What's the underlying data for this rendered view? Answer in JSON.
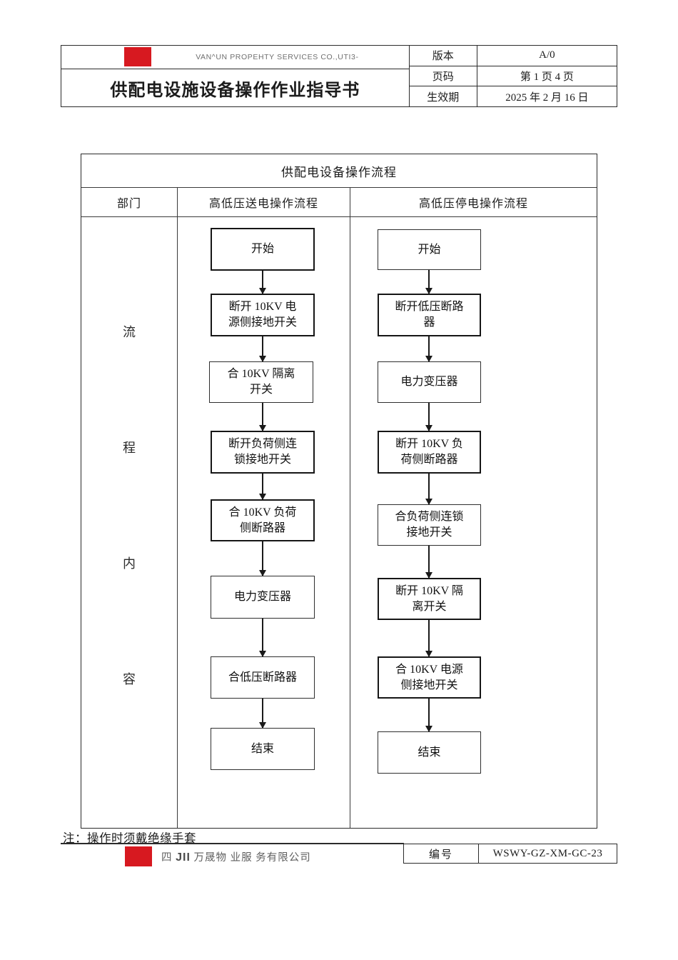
{
  "header": {
    "company_name_en": "VAN^UN PROPEHTY SERVICES CO.,UTI3-",
    "doc_title": "供配电设施设备操作作业指导书",
    "meta": {
      "version_label": "版本",
      "version_value": "A/0",
      "page_label": "页码",
      "page_value": "第 1 页 4 页",
      "effective_label": "生效期",
      "effective_value": "2025 年 2 月 16 日"
    }
  },
  "table": {
    "title": "供配电设备操作流程",
    "col_dept": "部门",
    "col_send": "高低压送电操作流程",
    "col_stop": "高低压停电操作流程",
    "dept_chars": [
      "流",
      "程",
      "内",
      "容"
    ]
  },
  "flow_send": {
    "steps": [
      "开始",
      "断开 10KV 电源侧接地开关",
      "合 10KV 隔离开关",
      "断开负荷侧连锁接地开关",
      "合 10KV 负荷侧断路器",
      "电力变压器",
      "合低压断路器",
      "结束"
    ]
  },
  "flow_stop": {
    "steps": [
      "开始",
      "断开低压断路器",
      "电力变压器",
      "断开 10KV 负荷侧断路器",
      "合负荷侧连锁接地开关",
      "断开 10KV 隔离开关",
      "合 10KV 电源侧接地开关",
      "结束"
    ]
  },
  "note": "注：操作时须戴绝缘手套",
  "footer": {
    "company_prefix": "四",
    "company_bold": "JII",
    "company_suffix": "万晟物 业服 务有限公司",
    "code_label": "编号",
    "code_value": "WSWY-GZ-XM-GC-23"
  },
  "colors": {
    "logo_red": "#d71920"
  }
}
